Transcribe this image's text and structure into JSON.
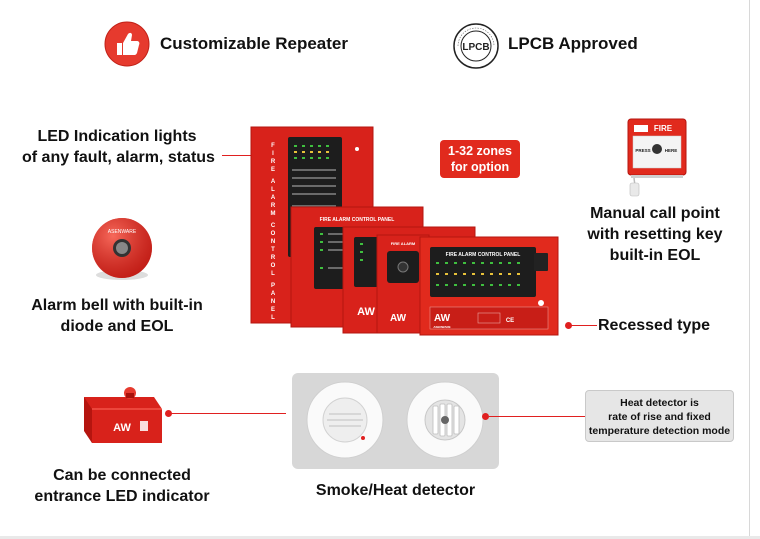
{
  "badges": {
    "repeater": {
      "title": "Customizable Repeater",
      "icon": "thumbs-up-icon"
    },
    "lpcb": {
      "title": "LPCB Approved",
      "seal_text": "LPCB",
      "seal_ring_text": "LOSS PREVENTION CERTIFICATION BOARD"
    }
  },
  "labels": {
    "led_lights": {
      "line1": "LED Indication lights",
      "line2": "of any fault, alarm, status"
    },
    "alarm_bell": {
      "line1": "Alarm bell with built-in",
      "line2": "diode and EOL"
    },
    "manual_call_point": {
      "line1": "Manual call point",
      "line2": "with resetting key",
      "line3": "built-in EOL"
    },
    "recessed": "Recessed type",
    "entrance_led": {
      "line1": "Can be connected",
      "line2": "entrance LED indicator"
    },
    "smoke_heat": "Smoke/Heat detector"
  },
  "zones_badge": {
    "line1": "1-32 zones",
    "line2": "for option"
  },
  "heat_note": {
    "line1": "Heat detector is",
    "line2": "rate of rise and fixed",
    "line3": "temperature detection mode"
  },
  "panels": {
    "vertical_text": [
      "F",
      "I",
      "R",
      "E",
      "A",
      "L",
      "A",
      "R",
      "M",
      "C",
      "O",
      "N",
      "T",
      "R",
      "O",
      "L",
      "P",
      "A",
      "N",
      "E",
      "L"
    ],
    "title": "FIRE ALARM CONTROL PANEL",
    "title_short": "FIRE ALARM",
    "brand_mark": "AW",
    "brand_name": "ASENWARE",
    "ce_mark": "CE"
  },
  "call_point": {
    "fire_label": "FIRE",
    "press": "PRESS",
    "here": "HERE"
  },
  "bell": {
    "brand": "ASENWARE"
  },
  "colors": {
    "brand_red": "#e12a1d",
    "panel_red": "#d8221b",
    "line_red": "#e02020",
    "grey_box": "#d7d7d7"
  }
}
